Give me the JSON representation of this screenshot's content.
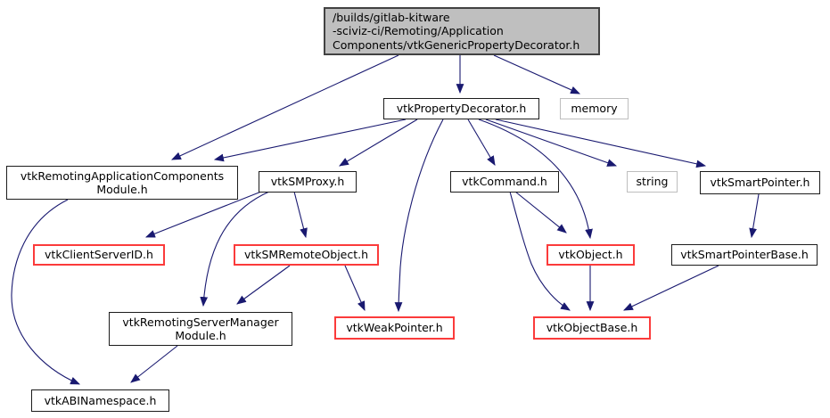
{
  "diagram": {
    "type": "include-dependency-graph",
    "colors": {
      "edge": "#191970",
      "root_fill": "#bfbfbf",
      "node_border": "#1c1c1c",
      "red_border": "#fb3b3b",
      "external_border": "#bebebe",
      "background": "#ffffff"
    }
  },
  "nodes": {
    "root": {
      "label": "/builds/gitlab-kitware\n-sciviz-ci/Remoting/Application\nComponents/vtkGenericPropertyDecorator.h"
    },
    "property_decorator": {
      "label": "vtkPropertyDecorator.h"
    },
    "memory": {
      "label": "memory"
    },
    "remoting_app_components_module": {
      "label": "vtkRemotingApplicationComponents\nModule.h"
    },
    "sm_proxy": {
      "label": "vtkSMProxy.h"
    },
    "command": {
      "label": "vtkCommand.h"
    },
    "string": {
      "label": "string"
    },
    "smart_pointer": {
      "label": "vtkSmartPointer.h"
    },
    "client_server_id": {
      "label": "vtkClientServerID.h"
    },
    "sm_remote_object": {
      "label": "vtkSMRemoteObject.h"
    },
    "object": {
      "label": "vtkObject.h"
    },
    "smart_pointer_base": {
      "label": "vtkSmartPointerBase.h"
    },
    "remoting_server_manager_module": {
      "label": "vtkRemotingServerManager\nModule.h"
    },
    "weak_pointer": {
      "label": "vtkWeakPointer.h"
    },
    "object_base": {
      "label": "vtkObjectBase.h"
    },
    "abi_namespace": {
      "label": "vtkABINamespace.h"
    }
  },
  "edges": [
    {
      "from": "root",
      "to": "property_decorator"
    },
    {
      "from": "root",
      "to": "memory"
    },
    {
      "from": "root",
      "to": "remoting_app_components_module"
    },
    {
      "from": "property_decorator",
      "to": "remoting_app_components_module"
    },
    {
      "from": "property_decorator",
      "to": "sm_proxy"
    },
    {
      "from": "property_decorator",
      "to": "command"
    },
    {
      "from": "property_decorator",
      "to": "string"
    },
    {
      "from": "property_decorator",
      "to": "smart_pointer"
    },
    {
      "from": "property_decorator",
      "to": "object"
    },
    {
      "from": "property_decorator",
      "to": "weak_pointer"
    },
    {
      "from": "sm_proxy",
      "to": "client_server_id"
    },
    {
      "from": "sm_proxy",
      "to": "sm_remote_object"
    },
    {
      "from": "sm_proxy",
      "to": "remoting_server_manager_module"
    },
    {
      "from": "sm_remote_object",
      "to": "remoting_server_manager_module"
    },
    {
      "from": "sm_remote_object",
      "to": "weak_pointer"
    },
    {
      "from": "command",
      "to": "object"
    },
    {
      "from": "command",
      "to": "object_base"
    },
    {
      "from": "object",
      "to": "object_base"
    },
    {
      "from": "smart_pointer",
      "to": "smart_pointer_base"
    },
    {
      "from": "smart_pointer_base",
      "to": "object_base"
    },
    {
      "from": "remoting_app_components_module",
      "to": "abi_namespace"
    },
    {
      "from": "remoting_server_manager_module",
      "to": "abi_namespace"
    }
  ]
}
